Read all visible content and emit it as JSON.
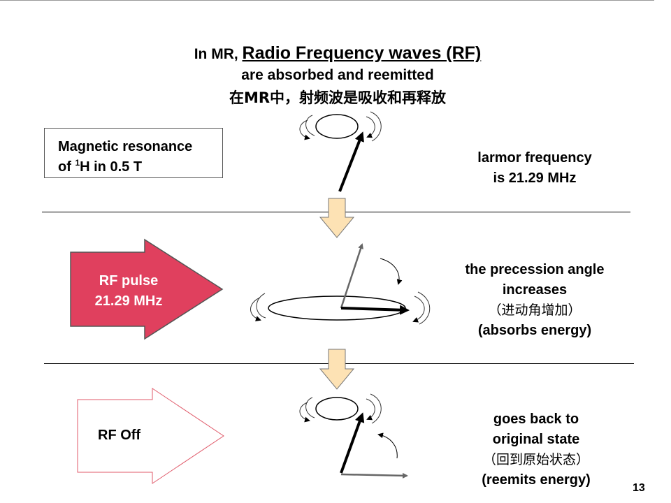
{
  "title": {
    "prefix": "In MR, ",
    "highlight": "Radio Frequency waves (RF)",
    "line2": "are absorbed and reemitted",
    "line3_cn": "在MR中，射频波是吸收和再释放"
  },
  "label_box": {
    "line1": "Magnetic resonance",
    "line2_prefix": "of ",
    "superscript": "1",
    "line2_suffix": "H in 0.5 T"
  },
  "notes": {
    "larmor": [
      "larmor frequency",
      "is 21.29 MHz"
    ],
    "precession": [
      "the precession angle",
      "increases",
      "（进动角增加）",
      "(absorbs energy)"
    ],
    "return": [
      "goes back to",
      "original state",
      "（回到原始状态）",
      "(reemits energy)"
    ]
  },
  "rf_pulse": {
    "line1": "RF pulse",
    "line2": "21.29 MHz",
    "fill": "#e0405e"
  },
  "rf_off": {
    "label": "RF Off",
    "stroke": "#e05a6a"
  },
  "down_arrow_fill": "#fde2b4",
  "page_number": "13"
}
